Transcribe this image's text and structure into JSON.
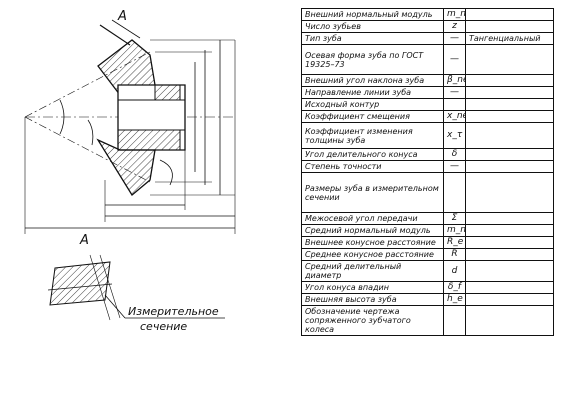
{
  "drawing": {
    "label_A_top": "A",
    "label_A_bottom": "A",
    "section_label_line1": "Измерительное",
    "section_label_line2": "сечение"
  },
  "table": {
    "rows": [
      {
        "name": "Внешний нормальный модуль",
        "symbol": "m_ne",
        "value": ""
      },
      {
        "name": "Число зубьев",
        "symbol": "z",
        "value": ""
      },
      {
        "name": "Тип зуба",
        "symbol": "—",
        "value": "Тангенциальный"
      },
      {
        "name": "Осевая форма зуба по ГОСТ 19325–73",
        "symbol": "—",
        "value": ""
      },
      {
        "name": "Внешний угол наклона зуба",
        "symbol": "β_ne",
        "value": ""
      },
      {
        "name": "Направление линии зуба",
        "symbol": "—",
        "value": ""
      },
      {
        "name": "Исходный контур",
        "symbol": "",
        "value": ""
      },
      {
        "name": "Коэффициент смещения",
        "symbol": "x_ne",
        "value": ""
      },
      {
        "name": "Коэффициент изменения толщины зуба",
        "symbol": "x_τ",
        "value": ""
      },
      {
        "name": "Угол делительного конуса",
        "symbol": "δ",
        "value": ""
      },
      {
        "name": "Степень точности",
        "symbol": "—",
        "value": ""
      },
      {
        "name": "Размеры зуба в измерительном сечении",
        "symbol": "",
        "value": ""
      },
      {
        "name": "Межосевой угол передачи",
        "symbol": "Σ",
        "value": ""
      },
      {
        "name": "Средний нормальный модуль",
        "symbol": "m_n",
        "value": ""
      },
      {
        "name": "Внешнее конусное расстояние",
        "symbol": "R_e",
        "value": ""
      },
      {
        "name": "Среднее конусное расстояние",
        "symbol": "R",
        "value": ""
      },
      {
        "name": "Средний делительный диаметр",
        "symbol": "d",
        "value": ""
      },
      {
        "name": "Угол конуса впадин",
        "symbol": "δ_f",
        "value": ""
      },
      {
        "name": "Внешняя высота зуба",
        "symbol": "h_e",
        "value": ""
      },
      {
        "name": "Обозначение чертежа сопряженного зубчатого колеса",
        "symbol": "",
        "value": ""
      }
    ]
  }
}
